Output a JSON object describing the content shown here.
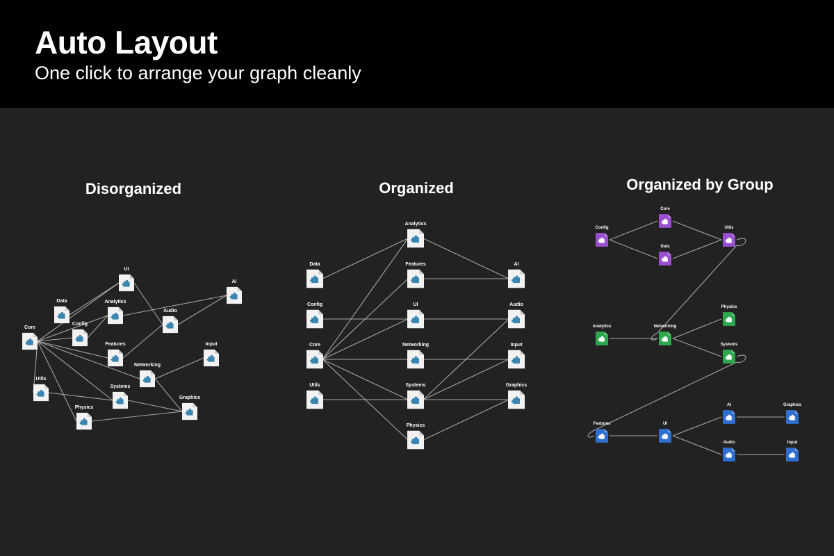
{
  "header": {
    "title": "Auto Layout",
    "subtitle": "One click to arrange your graph cleanly"
  },
  "panels": [
    {
      "title": "Disorganized"
    },
    {
      "title": "Organized"
    },
    {
      "title": "Organized by Group"
    }
  ],
  "colors": {
    "default_icon": "#3b86b0",
    "purple": "#9a4fd0",
    "green": "#2ea84f",
    "blue": "#2f6fd0",
    "edge": "#bdbdbd"
  },
  "node_icon": "puzzle-file-icon",
  "graphs": {
    "disorganized": {
      "nodes": [
        "Core",
        "Data",
        "Config",
        "UI",
        "Analytics",
        "Audio",
        "AI",
        "Features",
        "Networking",
        "Input",
        "Utils",
        "Systems",
        "Physics",
        "Graphics"
      ]
    },
    "organized": {
      "nodes": [
        "Data",
        "Config",
        "Core",
        "Utils",
        "Analytics",
        "Features",
        "UI",
        "Networking",
        "Systems",
        "Physics",
        "AI",
        "Audio",
        "Input",
        "Graphics"
      ]
    },
    "by_group": {
      "groups": [
        {
          "color": "purple",
          "nodes": [
            "Config",
            "Core",
            "Data",
            "Utils"
          ]
        },
        {
          "color": "green",
          "nodes": [
            "Analytics",
            "Networking",
            "Physics",
            "Systems"
          ]
        },
        {
          "color": "blue",
          "nodes": [
            "Features",
            "UI",
            "AI",
            "Audio",
            "Graphics",
            "Input"
          ]
        }
      ]
    }
  }
}
